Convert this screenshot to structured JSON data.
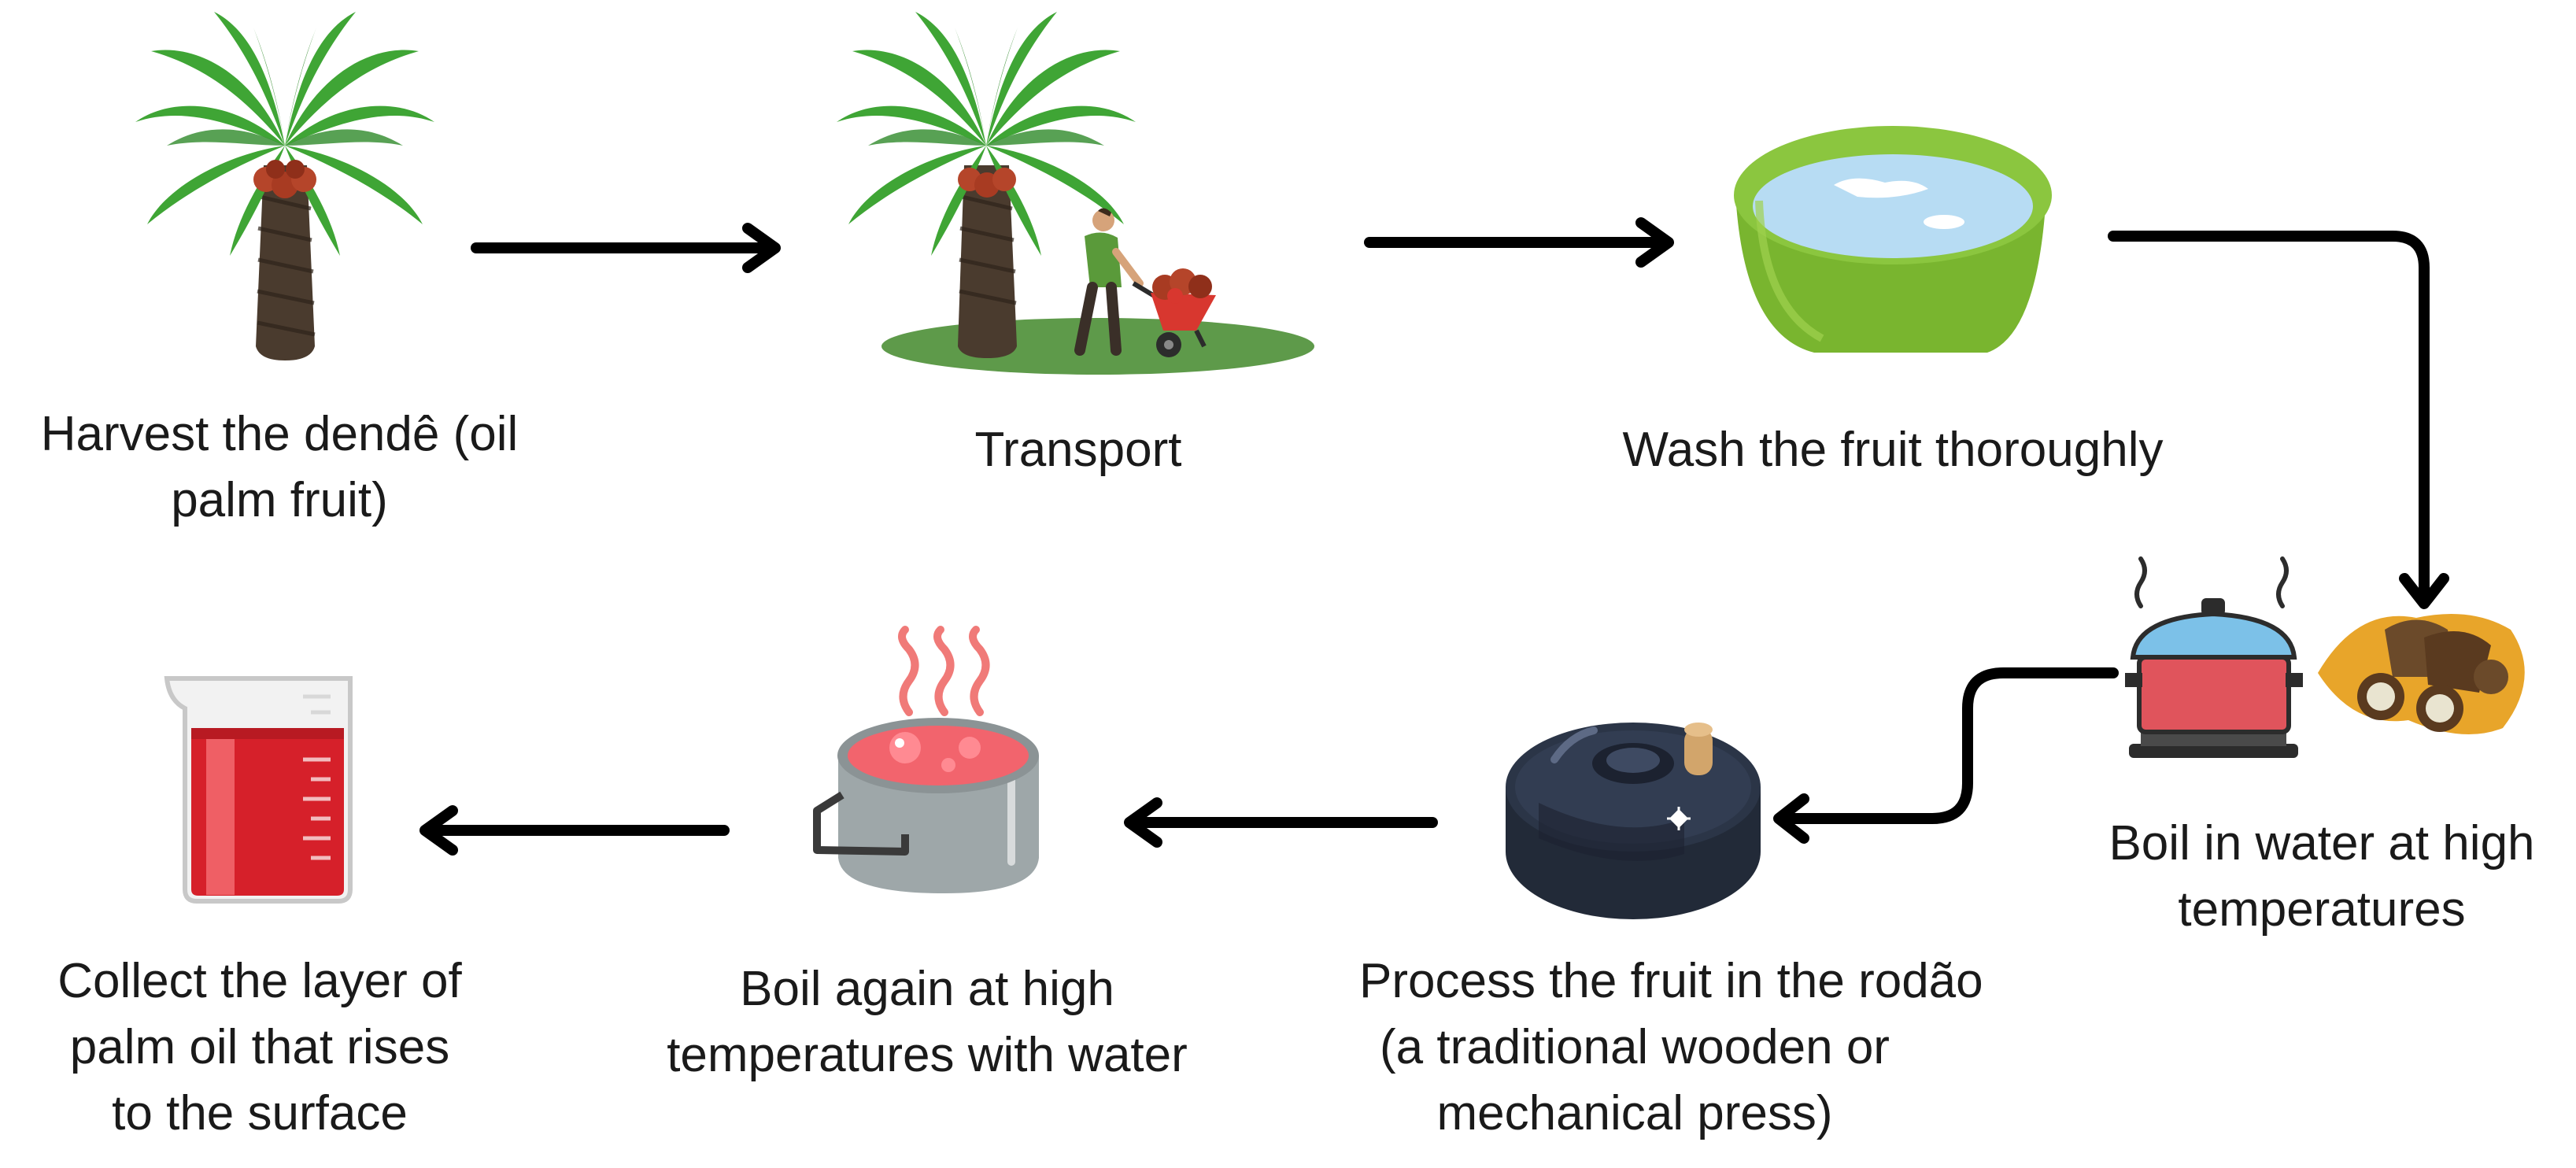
{
  "steps": [
    {
      "icon": "oil-palm-tree-icon",
      "lines": [
        "Harvest the dendê (oil",
        "palm fruit)"
      ]
    },
    {
      "icon": "transport-wheelbarrow-icon",
      "lines": [
        "Transport"
      ]
    },
    {
      "icon": "wash-basin-icon",
      "lines": [
        "Wash the fruit thoroughly"
      ]
    },
    {
      "icon": "boiling-pot-palm-fruit-icon",
      "lines": [
        "Boil in water at high",
        "temperatures"
      ]
    },
    {
      "icon": "rodao-press-icon",
      "lines": [
        "Process the fruit in the rodão",
        "(a traditional wooden or",
        "mechanical press)"
      ]
    },
    {
      "icon": "boiling-red-pot-icon",
      "lines": [
        "Boil again at high",
        "temperatures with water"
      ]
    },
    {
      "icon": "beaker-palm-oil-icon",
      "lines": [
        "Collect the layer of",
        "palm oil that rises",
        "to the surface"
      ]
    }
  ],
  "colors": {
    "arrow": "#000000",
    "palm_leaf": "#3fa535",
    "palm_trunk": "#4a3b2e",
    "palm_fruit": "#b5452a",
    "ground": "#5e9a4a",
    "basin": "#8bc63f",
    "water": "#b7dcf3",
    "pot_red": "#e0545c",
    "pot_lid": "#7cc1e8",
    "press_dark": "#2b3547",
    "steam": "#f07a78",
    "oil_red": "#d6202a",
    "fruit_orange": "#e8a52a"
  }
}
